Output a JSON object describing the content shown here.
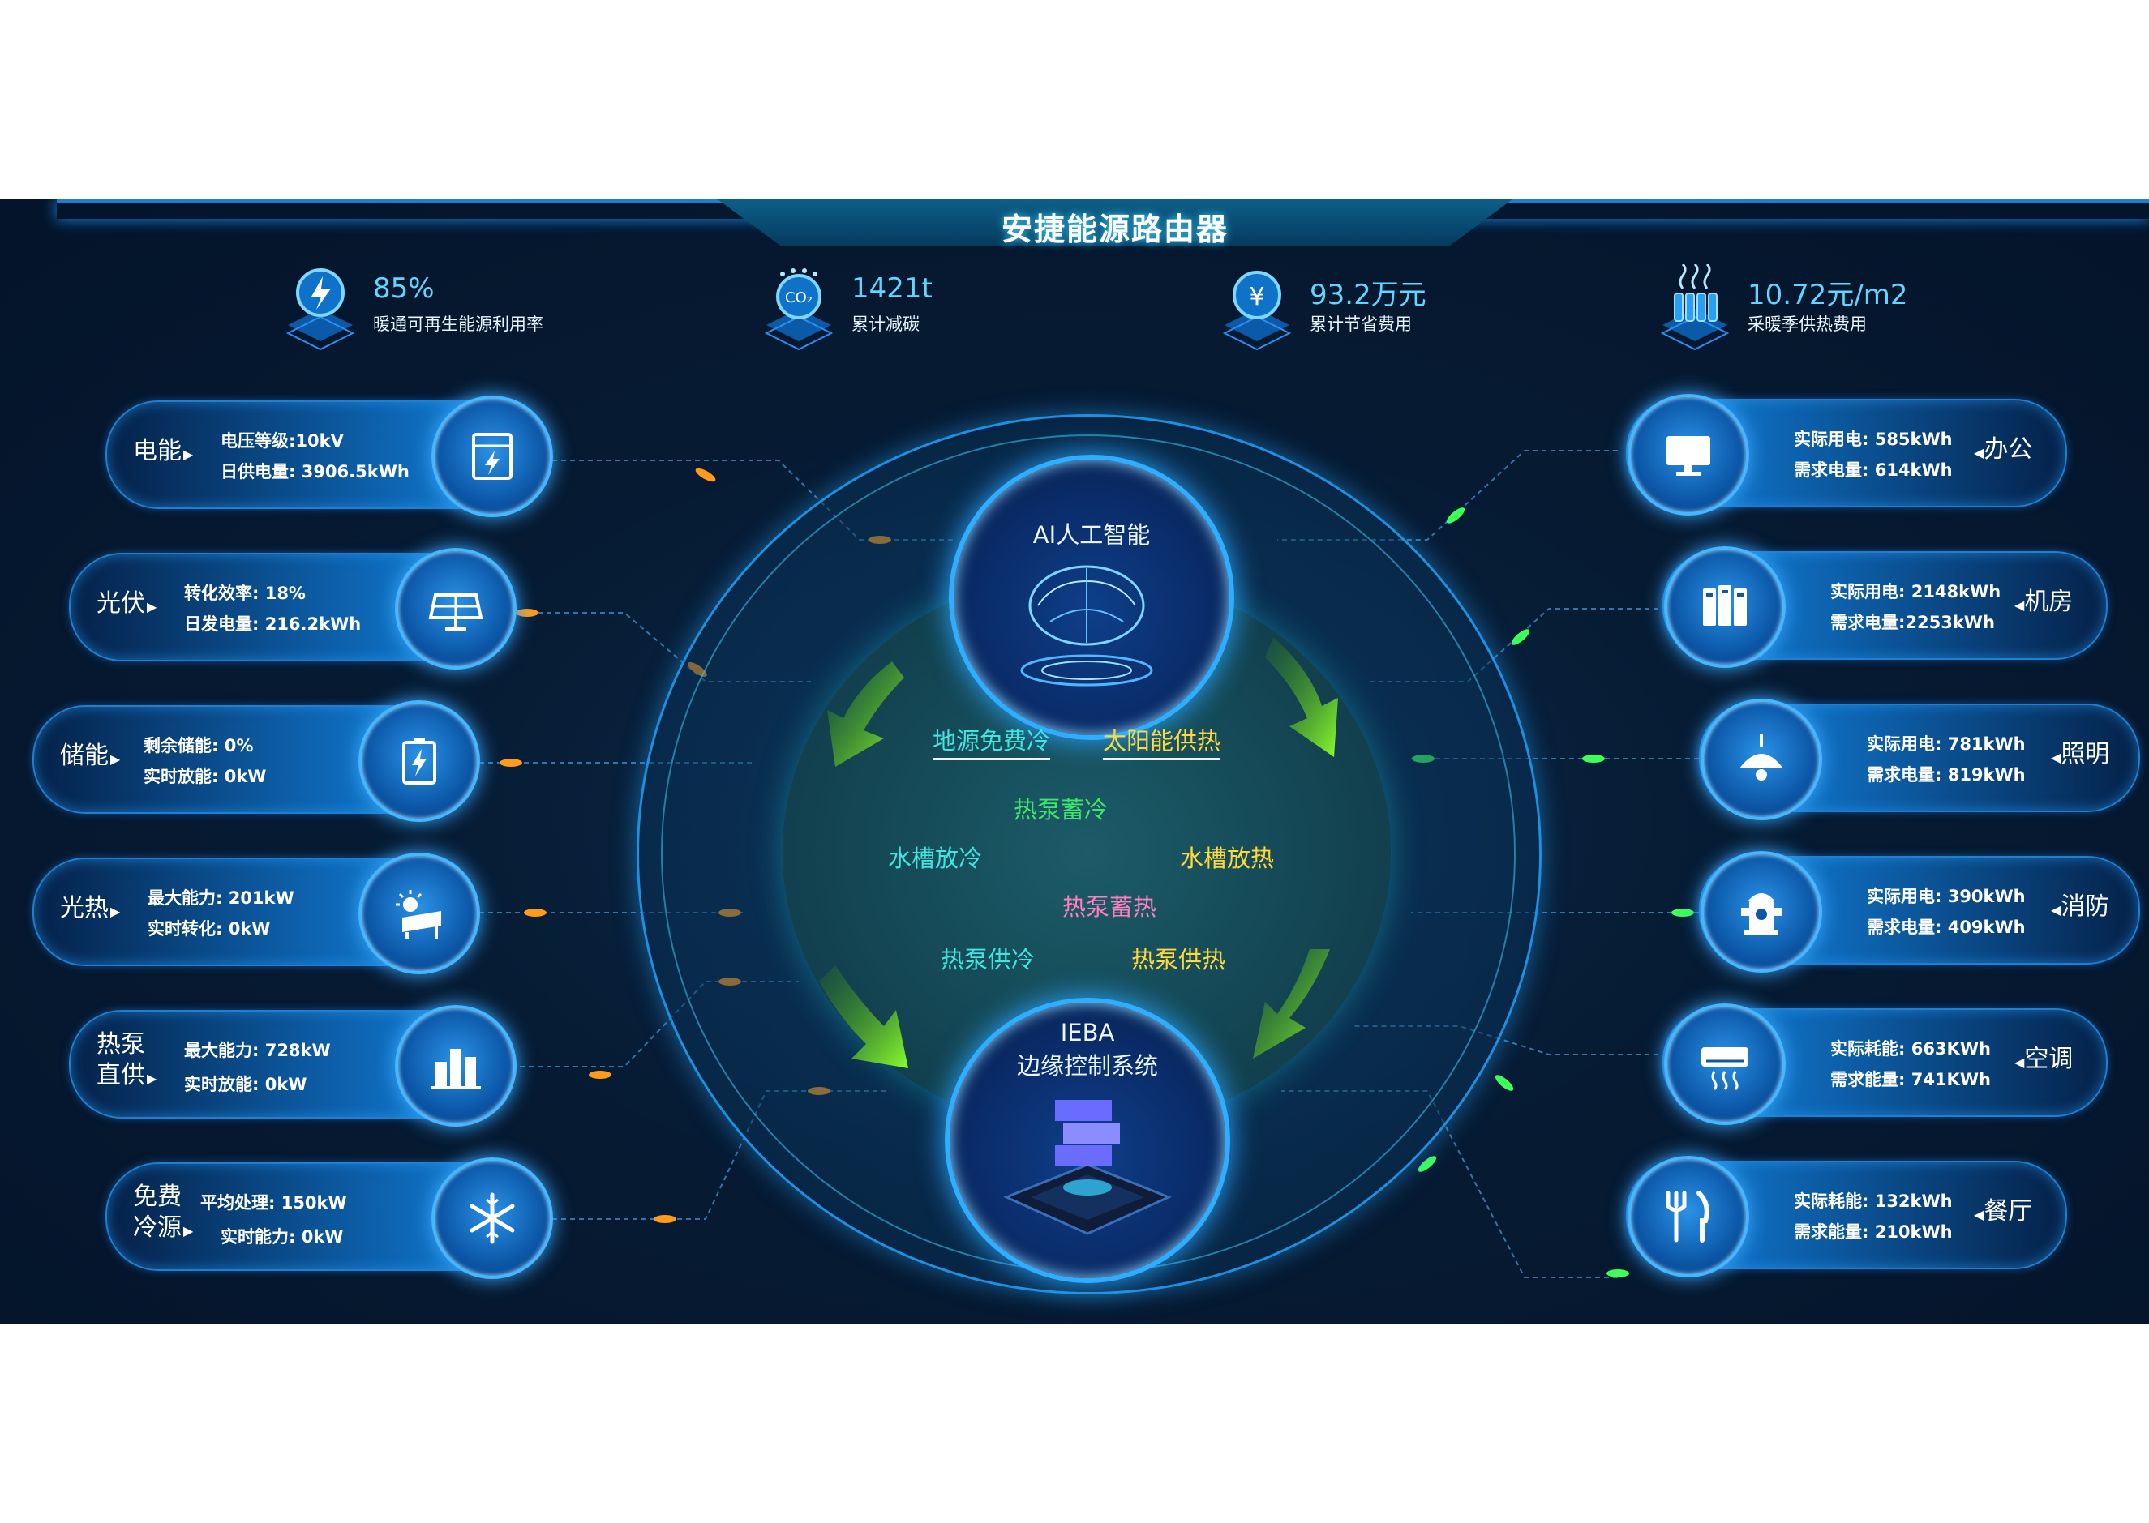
{
  "header": {
    "title": "安捷能源路由器"
  },
  "kpis": [
    {
      "value": "85%",
      "label": "暖通可再生能源利用率",
      "icon": "lightning-bolt-icon"
    },
    {
      "value": "1421t",
      "label": "累计减碳",
      "icon": "co2-icon"
    },
    {
      "value": "93.2万元",
      "label": "累计节省费用",
      "icon": "yen-coin-icon"
    },
    {
      "value": "10.72元/m2",
      "label": "采暖季供热费用",
      "icon": "heating-radiator-icon"
    }
  ],
  "sources": [
    {
      "name": "电能",
      "line1": "电压等级:10kV",
      "line2": "日供电量: 3906.5kWh",
      "icon": "power-cabinet-icon"
    },
    {
      "name": "光伏",
      "line1": "转化效率: 18%",
      "line2": "日发电量: 216.2kWh",
      "icon": "solar-panel-icon"
    },
    {
      "name": "储能",
      "line1": "剩余储能:   0%",
      "line2": "实时放能:   0kW",
      "icon": "battery-storage-icon"
    },
    {
      "name": "光热",
      "line1": "最大能力:     201kW",
      "line2": "实时转化:     0kW",
      "icon": "solar-thermal-icon"
    },
    {
      "name1": "热泵",
      "name2": "直供",
      "line1": "最大能力:   728kW",
      "line2": "实时放能:   0kW",
      "icon": "heat-pump-building-icon"
    },
    {
      "name1": "免费",
      "name2": "冷源",
      "line1": "平均处理: 150kW",
      "line2": "实时能力:   0kW",
      "icon": "snowflake-icon"
    }
  ],
  "loads": [
    {
      "name": "办公",
      "line1": "实际用电: 585kWh",
      "line2": "需求电量: 614kWh",
      "icon": "monitor-icon"
    },
    {
      "name": "机房",
      "line1": "实际用电: 2148kWh",
      "line2": "需求电量:2253kWh",
      "icon": "server-rack-icon"
    },
    {
      "name": "照明",
      "line1": "实际用电:   781kWh",
      "line2": "需求电量:   819kWh",
      "icon": "ceiling-lamp-icon"
    },
    {
      "name": "消防",
      "line1": "实际用电: 390kWh",
      "line2": "需求电量: 409kWh",
      "icon": "fire-hydrant-icon"
    },
    {
      "name": "空调",
      "line1": "实际耗能: 663KWh",
      "line2": "需求能量: 741KWh",
      "icon": "air-conditioner-icon"
    },
    {
      "name": "餐厅",
      "line1": "实际耗能: 132kWh",
      "line2": "需求能量: 210kWh",
      "icon": "fork-knife-icon"
    }
  ],
  "center": {
    "ai_title": "AI人工智能",
    "ieba_title": "IEBA",
    "ieba_subtitle": "边缘控制系统",
    "processes": {
      "geo_cooling": "地源免费冷",
      "solar_heating": "太阳能供热",
      "hp_cold_storage": "热泵蓄冷",
      "tank_cold_release": "水槽放冷",
      "tank_heat_release": "水槽放热",
      "hp_heat_storage": "热泵蓄热",
      "hp_cooling": "热泵供冷",
      "hp_heating": "热泵供热"
    }
  },
  "colors": {
    "background": "#061b33",
    "accent_blue": "#2faeff",
    "flow_orange": "#ff9a1a",
    "flow_green": "#3dff5a",
    "process_cyan": "#3fe6e0",
    "process_yellow": "#ffd83a",
    "process_green": "#3ee66a",
    "process_pink": "#ff7fbf"
  }
}
